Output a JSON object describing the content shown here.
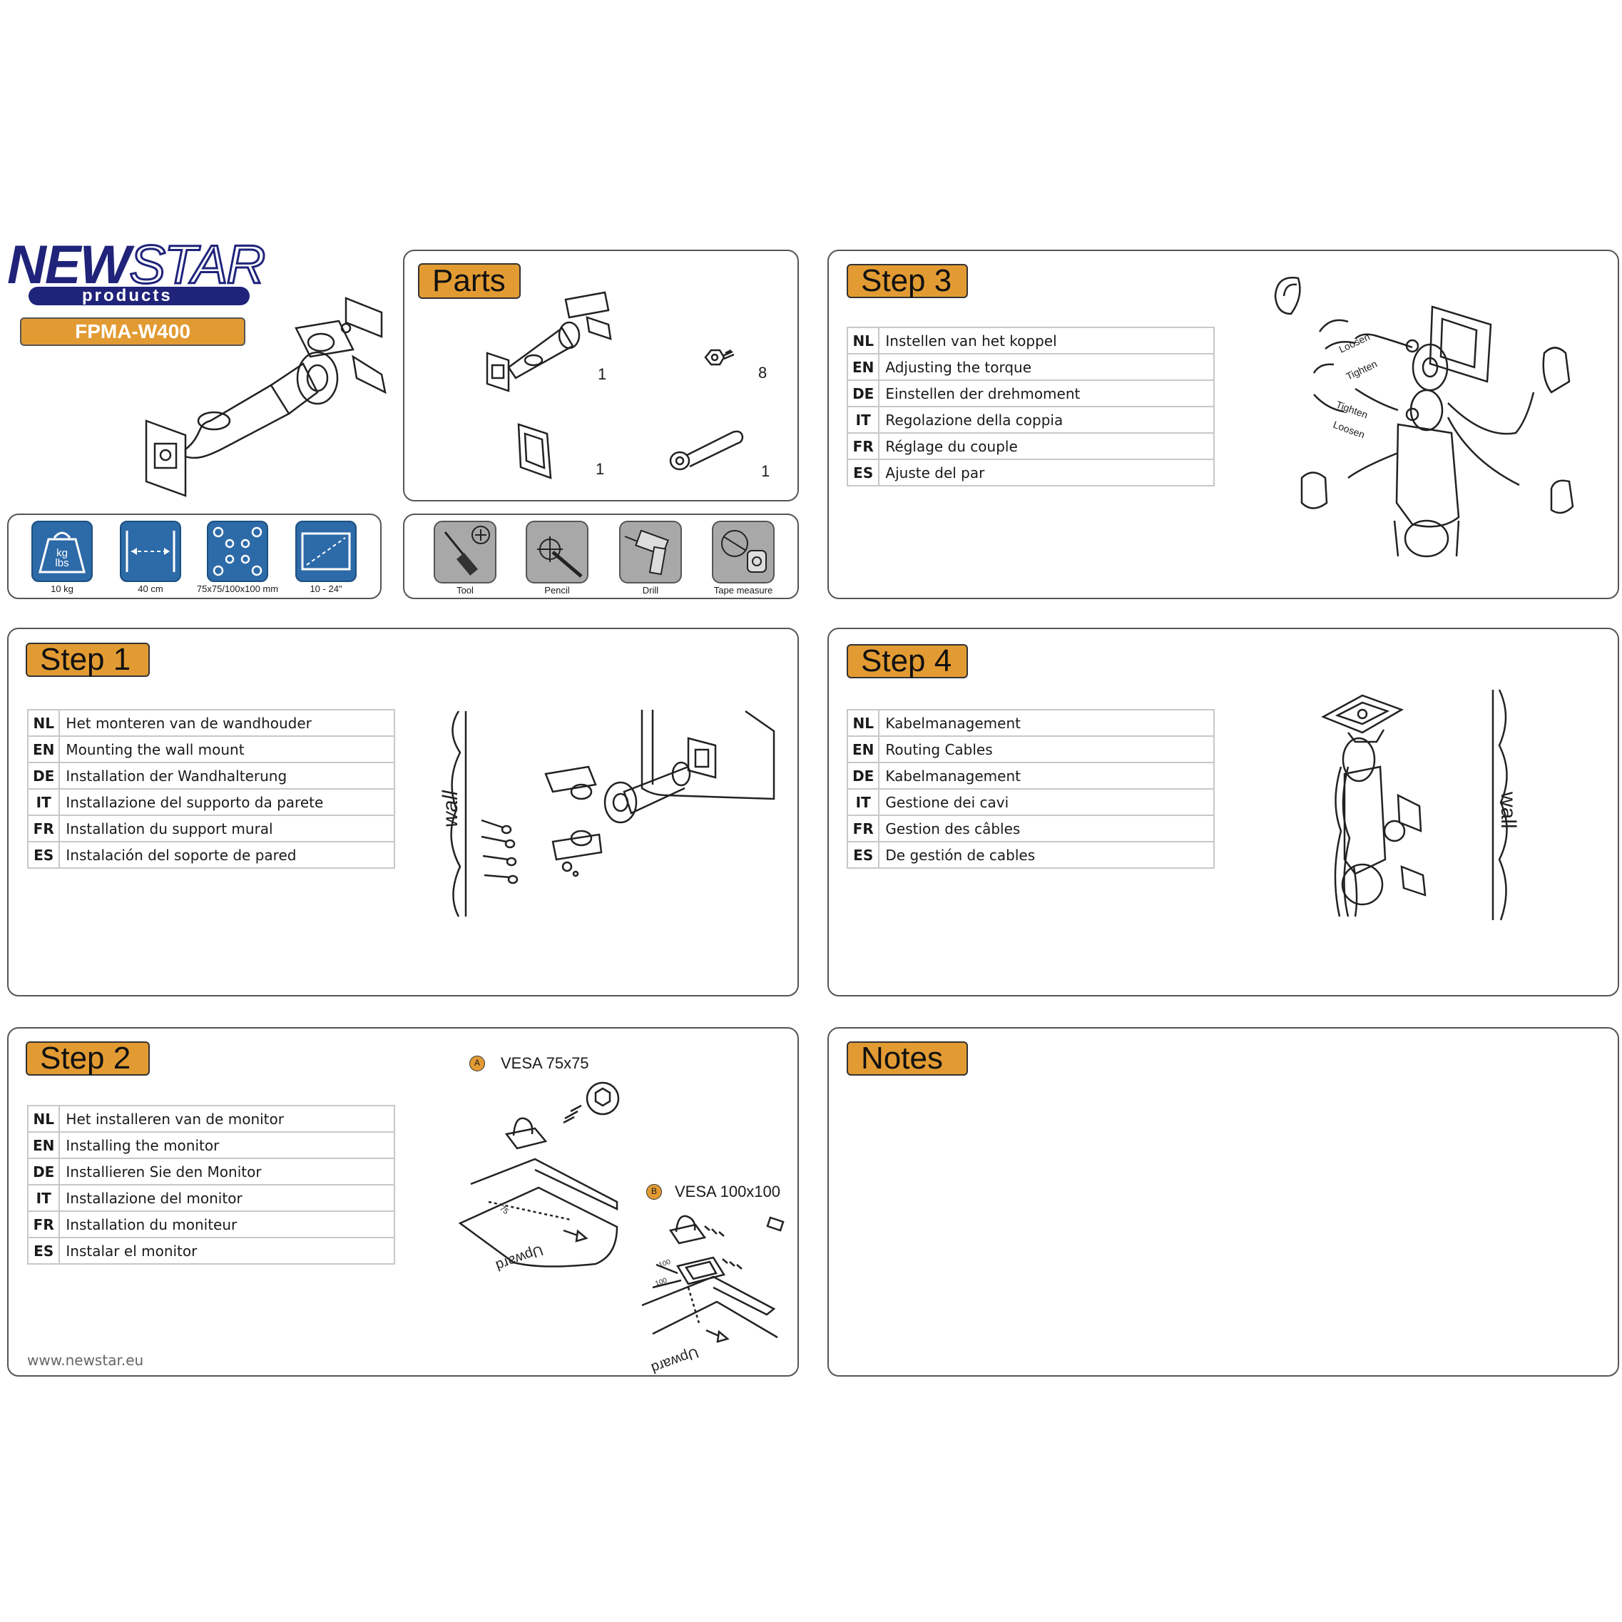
{
  "brand": {
    "name_bold": "NEW",
    "name_light": "STAR",
    "sub": "products",
    "model": "FPMA-W400",
    "website": "www.newstar.eu"
  },
  "specs": [
    {
      "icon": "weight-icon",
      "label": "10 kg",
      "icon_text_1": "kg",
      "icon_text_2": "lbs"
    },
    {
      "icon": "width-icon",
      "label": "40 cm"
    },
    {
      "icon": "vesa-icon",
      "label": "75x75/100x100 mm"
    },
    {
      "icon": "screen-size-icon",
      "label": "10 - 24\""
    }
  ],
  "parts": {
    "title": "Parts",
    "items": [
      {
        "icon": "arm-part-icon",
        "qty": "1"
      },
      {
        "icon": "screw-part-icon",
        "qty": "8"
      },
      {
        "icon": "plate-part-icon",
        "qty": "1"
      },
      {
        "icon": "wrench-part-icon",
        "qty": "1"
      }
    ]
  },
  "tools": [
    {
      "icon": "screwdriver-icon",
      "label": "Tool"
    },
    {
      "icon": "pencil-icon",
      "label": "Pencil"
    },
    {
      "icon": "drill-icon",
      "label": "Drill"
    },
    {
      "icon": "tape-measure-icon",
      "label": "Tape measure"
    }
  ],
  "step1": {
    "title": "Step 1",
    "wall": "wall",
    "rows": [
      {
        "code": "NL",
        "text": "Het monteren van de wandhouder"
      },
      {
        "code": "EN",
        "text": "Mounting the wall mount"
      },
      {
        "code": "DE",
        "text": "Installation der Wandhalterung"
      },
      {
        "code": "IT",
        "text": "Installazione del supporto da parete"
      },
      {
        "code": "FR",
        "text": "Installation du support mural"
      },
      {
        "code": "ES",
        "text": "Instalación del soporte de pared"
      }
    ]
  },
  "step2": {
    "title": "Step 2",
    "vesa_a": {
      "badge": "A",
      "label": "VESA 75x75",
      "dim": "75",
      "upward": "Upward"
    },
    "vesa_b": {
      "badge": "B",
      "label": "VESA 100x100",
      "dim": "100",
      "upward": "Upward"
    },
    "rows": [
      {
        "code": "NL",
        "text": "Het installeren van de monitor"
      },
      {
        "code": "EN",
        "text": "Installing the monitor"
      },
      {
        "code": "DE",
        "text": "Installieren Sie den Monitor"
      },
      {
        "code": "IT",
        "text": "Installazione del monitor"
      },
      {
        "code": "FR",
        "text": "Installation du moniteur"
      },
      {
        "code": "ES",
        "text": "Instalar el monitor"
      }
    ]
  },
  "step3": {
    "title": "Step 3",
    "loosen": "Loosen",
    "tighten": "Tighten",
    "rows": [
      {
        "code": "NL",
        "text": "Instellen van het koppel"
      },
      {
        "code": "EN",
        "text": "Adjusting the torque"
      },
      {
        "code": "DE",
        "text": "Einstellen der drehmoment"
      },
      {
        "code": "IT",
        "text": "Regolazione della coppia"
      },
      {
        "code": "FR",
        "text": "Réglage du couple"
      },
      {
        "code": "ES",
        "text": "Ajuste del par"
      }
    ]
  },
  "step4": {
    "title": "Step 4",
    "wall": "wall",
    "rows": [
      {
        "code": "NL",
        "text": "Kabelmanagement"
      },
      {
        "code": "EN",
        "text": "Routing Cables"
      },
      {
        "code": "DE",
        "text": "Kabelmanagement"
      },
      {
        "code": "IT",
        "text": "Gestione dei cavi"
      },
      {
        "code": "FR",
        "text": "Gestion des câbles"
      },
      {
        "code": "ES",
        "text": "De gestión de cables"
      }
    ]
  },
  "notes": {
    "title": "Notes"
  },
  "colors": {
    "accent": "#e29b33",
    "brand_blue": "#1f237a",
    "spec_blue": "#2d6aa8",
    "tool_gray": "#a8a8a8"
  }
}
